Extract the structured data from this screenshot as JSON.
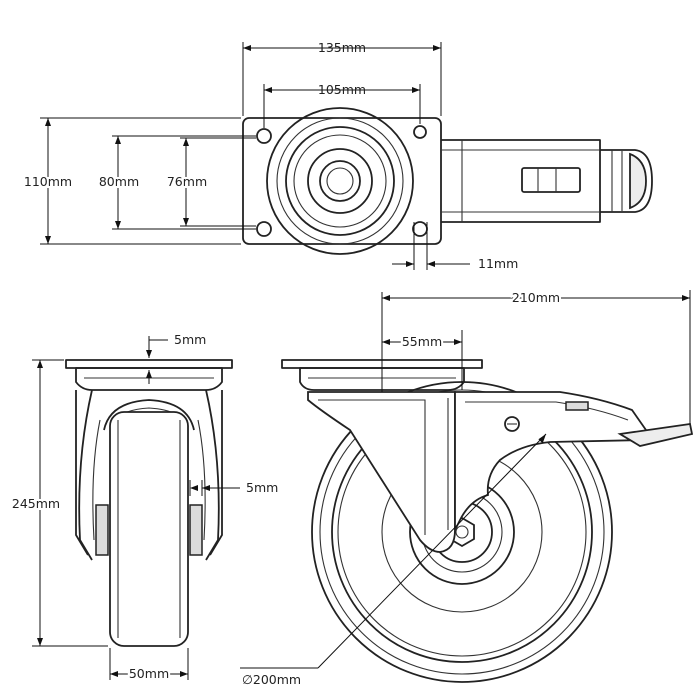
{
  "labels": {
    "top_width_135": "135mm",
    "top_width_105": "105mm",
    "top_height_110": "110mm",
    "top_height_80": "80mm",
    "top_height_76": "76mm",
    "top_hole_11": "11mm",
    "front_plate_5": "5mm",
    "front_gap_5": "5mm",
    "front_height_245": "245mm",
    "front_width_50": "50mm",
    "side_offset_55": "55mm",
    "side_length_210": "210mm",
    "side_diameter_200": "∅200mm"
  }
}
